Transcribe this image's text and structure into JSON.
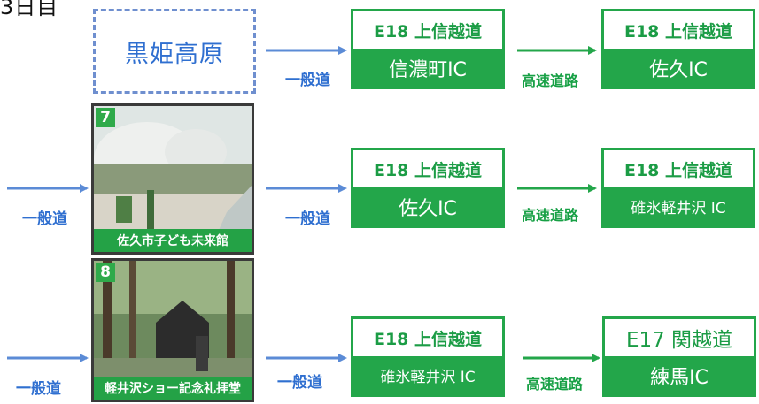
{
  "day_label": "3日目",
  "start": {
    "name": "黒姫高原"
  },
  "spots": [
    {
      "number": "7",
      "name": "佐久市子ども未来館"
    },
    {
      "number": "8",
      "name": "軽井沢ショー記念礼拝堂"
    }
  ],
  "road_labels": {
    "general": "一般道",
    "expressway": "高速道路"
  },
  "routes": [
    {
      "entry": {
        "road": "E18 上信越道",
        "ic": "信濃町IC"
      },
      "exit": {
        "road": "E18 上信越道",
        "ic": "佐久IC"
      }
    },
    {
      "entry": {
        "road": "E18 上信越道",
        "ic": "佐久IC"
      },
      "exit": {
        "road": "E18 上信越道",
        "ic": "碓氷軽井沢 IC"
      }
    },
    {
      "entry": {
        "road": "E18 上信越道",
        "ic": "碓氷軽井沢 IC"
      },
      "exit": {
        "road": "E17 関越道",
        "ic": "練馬IC"
      }
    }
  ],
  "colors": {
    "blue_arrow": "#5b8bd6",
    "green": "#23a64a",
    "blue_text": "#2f6fd0"
  }
}
